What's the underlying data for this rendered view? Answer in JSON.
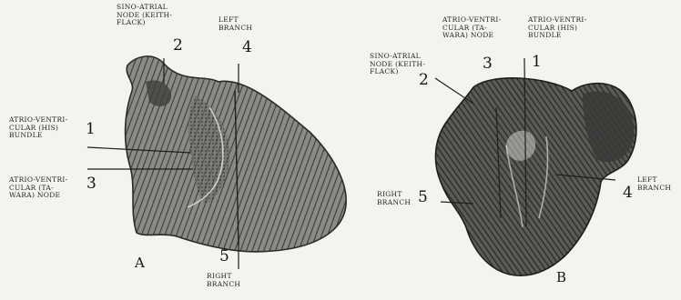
{
  "figure_a": {
    "panel": "A",
    "labels": [
      {
        "id": "2",
        "text": "SINO-ATRIAL\nNODE (KEITH-\nFLACK)"
      },
      {
        "id": "4",
        "text": "LEFT\nBRANCH"
      },
      {
        "id": "1",
        "text": "ATRIO-VENTRI-\nCULAR (HIS)\nBUNDLE"
      },
      {
        "id": "3",
        "text": "ATRIO-VENTRI-\nCULAR (TA-\nWARA) NODE"
      },
      {
        "id": "5",
        "text": "RIGHT\nBRANCH"
      }
    ]
  },
  "figure_b": {
    "panel": "B",
    "labels": [
      {
        "id": "3",
        "text": "ATRIO-VENTRI-\nCULAR (TA-\nWARA) NODE"
      },
      {
        "id": "1",
        "text": "ATRIO-VENTRI-\nCULAR (HIS)\nBUNDLE"
      },
      {
        "id": "2",
        "text": "SINO-ATRIAL\nNODE (KEITH-\nFLACK)"
      },
      {
        "id": "5",
        "text": "RIGHT\nBRANCH"
      },
      {
        "id": "4",
        "text": "LEFT\nBRANCH"
      }
    ]
  }
}
